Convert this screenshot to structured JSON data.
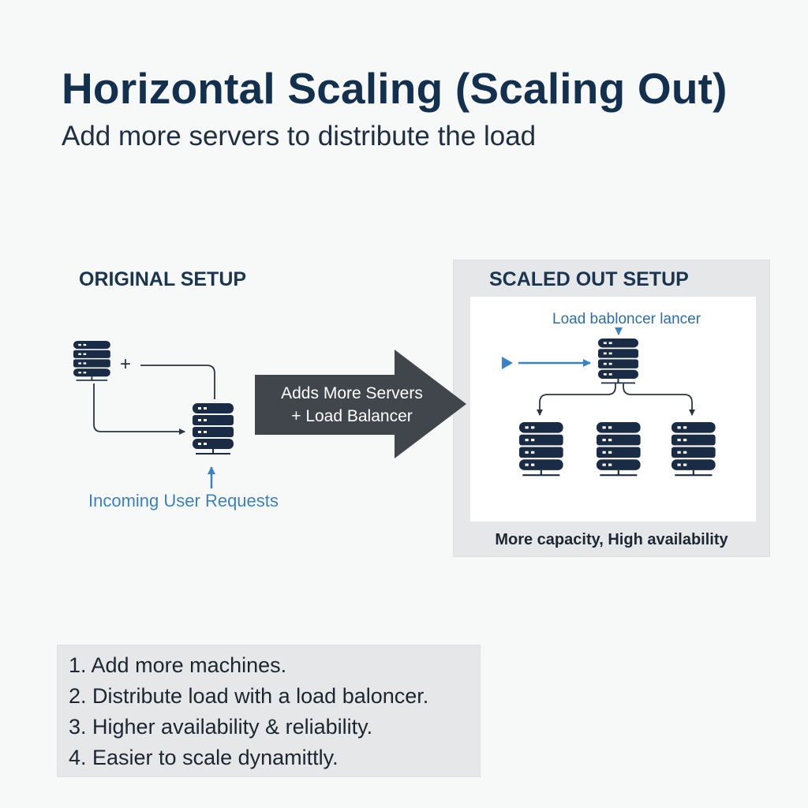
{
  "header": {
    "title": "Horizontal Scaling (Scaling Out)",
    "subtitle": "Add more servers to distribute the load"
  },
  "original": {
    "label": "ORIGINAL SETUP",
    "plus": "+",
    "requests_label": "Incoming User Requests"
  },
  "transition": {
    "line1": "Adds More Servers",
    "line2": "+ Load Balancer"
  },
  "scaled": {
    "label": "SCALED OUT SETUP",
    "load_balancer_label": "Load babloncer lancer",
    "caption": "More capacity, High availability"
  },
  "points": [
    "1. Add more machines.",
    "2. Distribute load with a load baloncer.",
    "3. Higher availability & reliability.",
    "4. Easier to scale dynamittly."
  ],
  "colors": {
    "navy": "#14304f",
    "server": "#1a2c45",
    "arrow": "#40464c",
    "accent_blue": "#3a82c4",
    "panel": "#e6e7e8"
  },
  "icons": [
    "server-icon",
    "arrow-icon"
  ]
}
